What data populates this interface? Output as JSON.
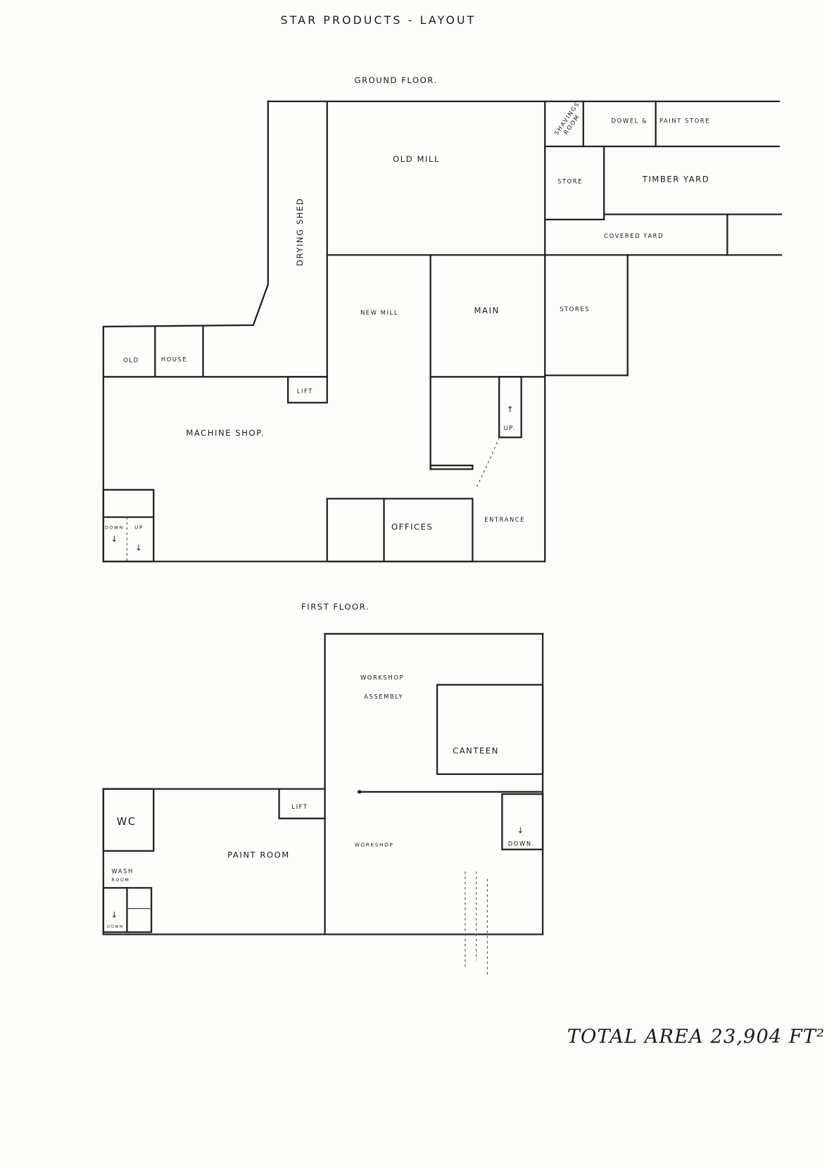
{
  "title": "STAR PRODUCTS - LAYOUT",
  "ground_floor": {
    "heading": "GROUND FLOOR.",
    "rooms": {
      "drying_shed": "DRYING SHED",
      "old_mill": "OLD MILL",
      "shavings_room_1": "SHAVINGS",
      "shavings_room_2": "ROOM",
      "dowel_store": "DOWEL &",
      "paint_store": "PAINT STORE",
      "store": "STORE",
      "timber_yard": "TIMBER YARD",
      "covered_yard": "COVERED YARD",
      "new_mill": "NEW MILL",
      "main": "MAIN",
      "stores": "STORES",
      "old": "OLD",
      "house": "HOUSE",
      "lift": "LIFT",
      "machine_shop": "MACHINE SHOP.",
      "up_stair": "UP.",
      "stair_down": "DOWN",
      "stair_up": "UP",
      "offices": "OFFICES",
      "entrance": "ENTRANCE"
    }
  },
  "first_floor": {
    "heading": "FIRST FLOOR.",
    "rooms": {
      "workshop_assembly_1": "WORKSHOP",
      "workshop_assembly_2": "ASSEMBLY",
      "canteen": "CANTEEN",
      "lift": "LIFT",
      "wc": "WC",
      "paint_room": "PAINT ROOM",
      "workshop": "WORKSHOP",
      "down_stair": "DOWN.",
      "wash_room_1": "WASH",
      "wash_room_2": "ROOM",
      "wash_stair_down": "DOWN"
    }
  },
  "total_area": "TOTAL AREA 23,904 FT²"
}
